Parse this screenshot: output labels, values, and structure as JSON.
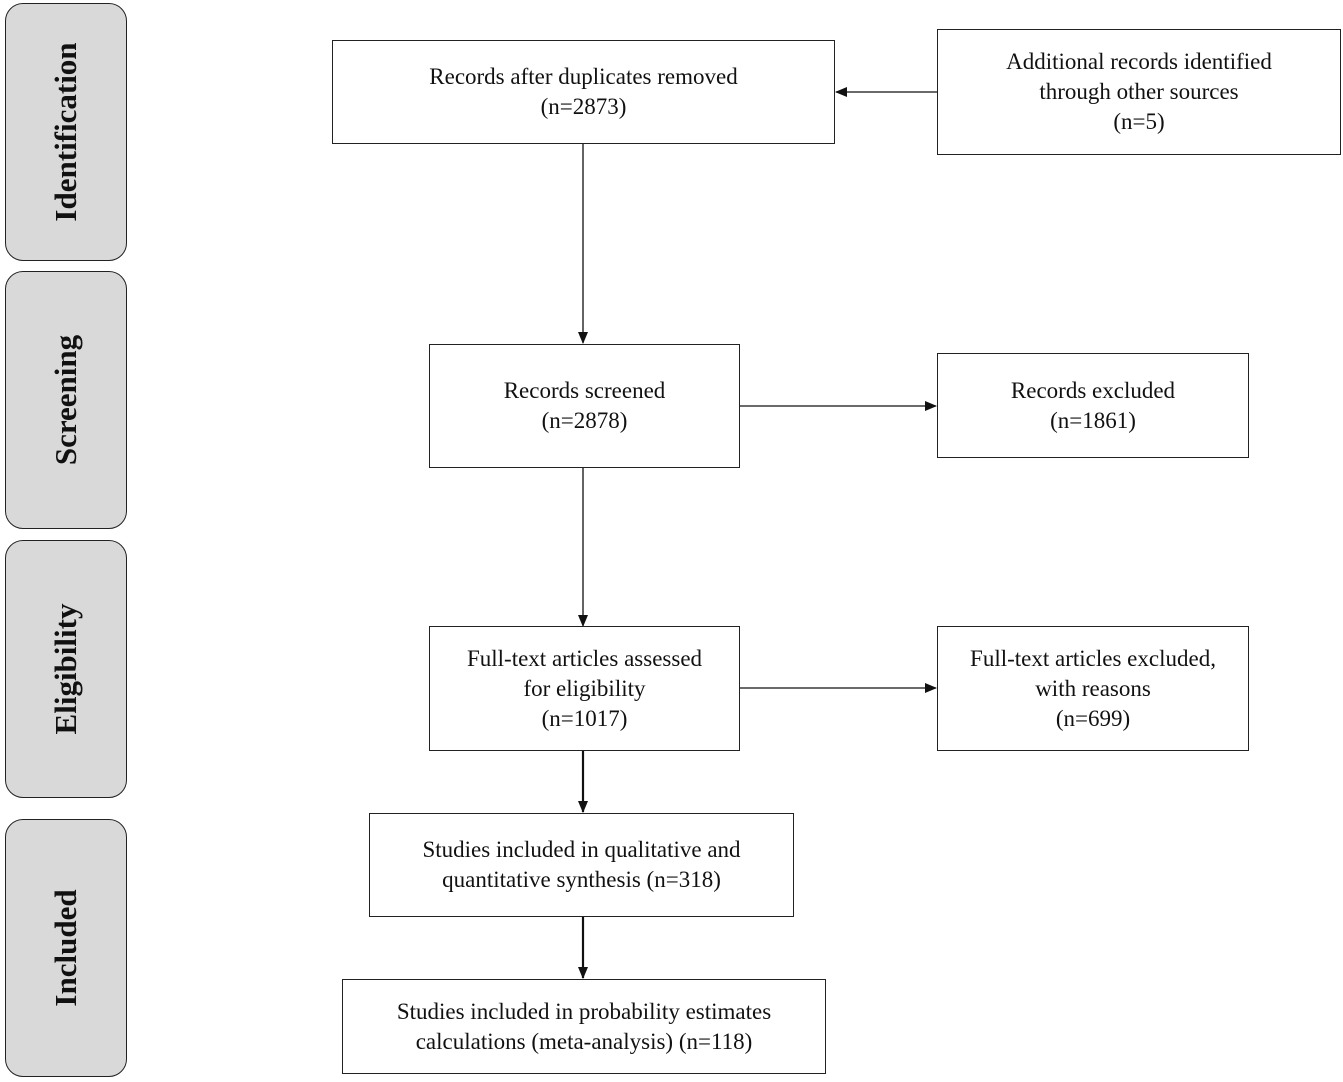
{
  "stages": {
    "identification": "Identification",
    "screening": "Screening",
    "eligibility": "Eligibility",
    "included": "Included"
  },
  "boxes": {
    "duplicates_removed": {
      "line1": "Records after duplicates removed",
      "line2": "(n=2873)"
    },
    "additional_records": {
      "line1": "Additional records identified",
      "line2": "through other sources",
      "line3": "(n=5)"
    },
    "records_screened": {
      "line1": "Records screened",
      "line2": "(n=2878)"
    },
    "records_excluded": {
      "line1": "Records excluded",
      "line2": "(n=1861)"
    },
    "fulltext_assessed": {
      "line1": "Full-text articles assessed",
      "line2": "for eligibility",
      "line3": "(n=1017)"
    },
    "fulltext_excluded": {
      "line1": "Full-text articles excluded,",
      "line2": "with reasons",
      "line3": "(n=699)"
    },
    "qualitative_synthesis": {
      "line1": "Studies included in qualitative and",
      "line2": "quantitative synthesis (n=318)"
    },
    "meta_analysis": {
      "line1": "Studies included in probability estimates",
      "line2": "calculations (meta-analysis) (n=118)"
    }
  },
  "colors": {
    "stage_fill": "#d9d9d9",
    "border": "#222222",
    "box_fill": "#ffffff"
  }
}
